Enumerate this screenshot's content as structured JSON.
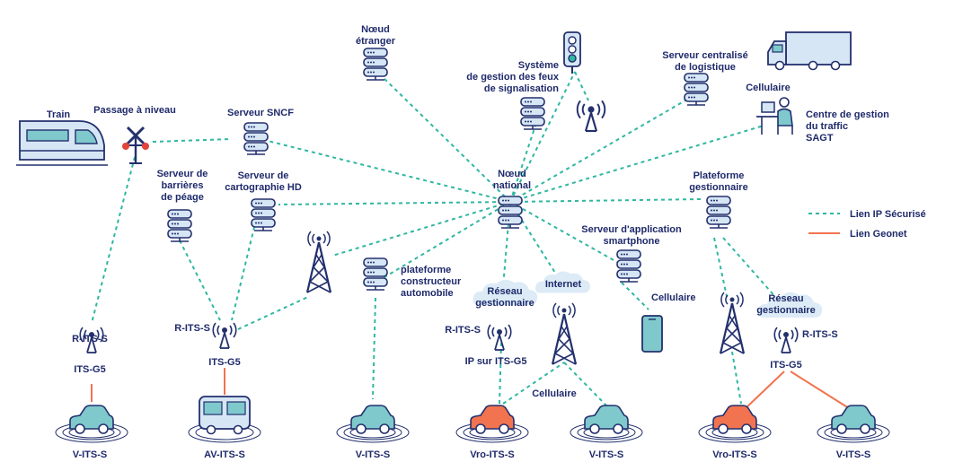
{
  "colors": {
    "navy": "#23306e",
    "teal": "#2fb7a1",
    "orange": "#f2734f",
    "server_fill": "#d6e6f5",
    "car_blue": "#7fc9cc",
    "car_orange": "#f2734f",
    "cloud": "#dcebf6"
  },
  "legend": {
    "secure_ip": "Lien IP Sécurisé",
    "geonet": "Lien Geonet"
  },
  "labels": {
    "train": "Train",
    "level_crossing": "Passage à niveau",
    "sncf_server": "Serveur SNCF",
    "foreign_node_1": "Nœud",
    "foreign_node_2": "étranger",
    "traffic_light_sys_1": "Système",
    "traffic_light_sys_2": "de gestion des feux",
    "traffic_light_sys_3": "de signalisation",
    "logistics_1": "Serveur centralisé",
    "logistics_2": "de logistique",
    "cellular_truck": "Cellulaire",
    "sagt_1": "Centre de gestion",
    "sagt_2": "du traffic",
    "sagt_3": "SAGT",
    "toll_1": "Serveur de",
    "toll_2": "barrières",
    "toll_3": "de péage",
    "hd_map_1": "Serveur de",
    "hd_map_2": "cartographie HD",
    "national_1": "Nœud",
    "national_2": "national",
    "manager_platform_1": "Plateforme",
    "manager_platform_2": "gestionnaire",
    "smartphone_app_1": "Serveur d'application",
    "smartphone_app_2": "smartphone",
    "oem_1": "plateforme",
    "oem_2": "constructeur",
    "oem_3": "automobile",
    "net_manager_1": "Réseau",
    "net_manager_2": "gestionnaire",
    "internet": "Internet",
    "cellular_phone": "Cellulaire",
    "net_manager_right_1": "Réseau",
    "net_manager_right_2": "gestionnaire",
    "r_its_s_1": "R-ITS-S",
    "its_g5_1": "ITS-G5",
    "r_its_s_2": "R-ITS-S",
    "its_g5_2": "ITS-G5",
    "r_its_s_3": "R-ITS-S",
    "ip_its_g5": "IP sur ITS-G5",
    "cellular_cars": "Cellulaire",
    "r_its_s_4": "R-ITS-S",
    "its_g5_4": "ITS-G5",
    "car_1": "V-ITS-S",
    "car_2": "AV-ITS-S",
    "car_3": "V-ITS-S",
    "car_4": "Vro-ITS-S",
    "car_5": "V-ITS-S",
    "car_6": "Vro-ITS-S",
    "car_7": "V-ITS-S"
  }
}
